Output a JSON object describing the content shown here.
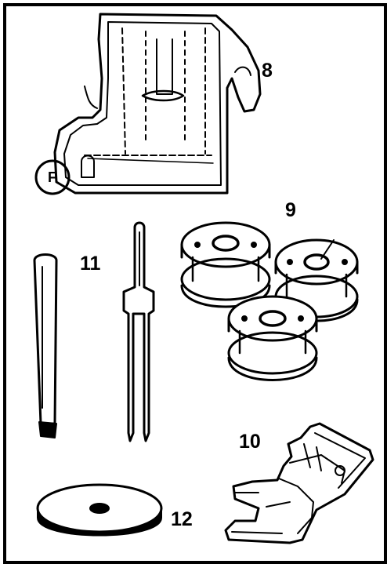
{
  "labels": {
    "presser_foot_f": "F",
    "item_8": "8",
    "item_9": "9",
    "item_10": "10",
    "item_11": "11",
    "item_12": "12"
  },
  "colors": {
    "ink": "#000000",
    "paper": "#ffffff"
  }
}
